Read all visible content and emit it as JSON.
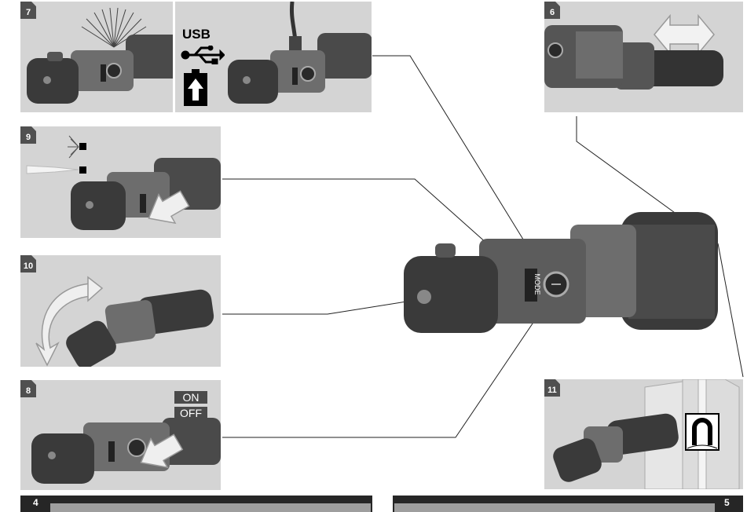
{
  "panels": {
    "p7": {
      "number": "7"
    },
    "p6": {
      "number": "6"
    },
    "p9": {
      "number": "9"
    },
    "p10": {
      "number": "10"
    },
    "p8": {
      "number": "8",
      "on_label": "ON",
      "off_label": "OFF"
    },
    "p11": {
      "number": "11"
    }
  },
  "usb": {
    "label": "USB"
  },
  "main_tool": {
    "mode_label": "MODE"
  },
  "footer": {
    "page_left": "4",
    "page_right": "5"
  },
  "colors": {
    "panel_bg": "#d4d4d4",
    "badge": "#505050",
    "footer_bar": "#262626",
    "footer_inner": "#9e9e9e",
    "tool_dark": "#3a3a3a",
    "tool_red": "#6d6d6d"
  },
  "icons": [
    "usb-icon",
    "battery-charge-icon",
    "flood-beam-icon",
    "spot-beam-icon",
    "rotate-arrow-icon",
    "push-arrow-icon",
    "double-arrow-icon",
    "magnet-icon"
  ]
}
